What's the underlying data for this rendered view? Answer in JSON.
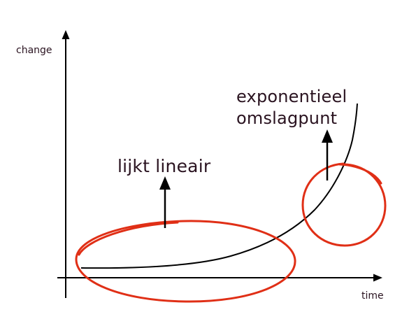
{
  "colors": {
    "ink": "#000000",
    "text": "#2a1320",
    "highlight": "#e02f16"
  },
  "axes": {
    "y_label": "change",
    "x_label": "time"
  },
  "annotations": {
    "linear": "lijkt lineair",
    "exponential_line1": "exponentieel",
    "exponential_line2": "omslagpunt"
  }
}
